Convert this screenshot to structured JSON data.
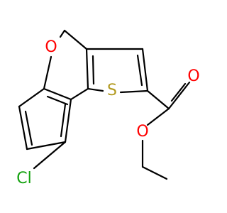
{
  "structure": {
    "colors": {
      "bond": "#000000",
      "oxygen": "#ff0000",
      "sulfur": "#b29a1f",
      "chlorine": "#13a10e"
    },
    "labels": {
      "ring_oxygen": "O",
      "ester_carbonyl_oxygen": "O",
      "ester_alkoxy_oxygen": "O",
      "thiophene_sulfur": "S",
      "chlorine": "Cl"
    }
  }
}
